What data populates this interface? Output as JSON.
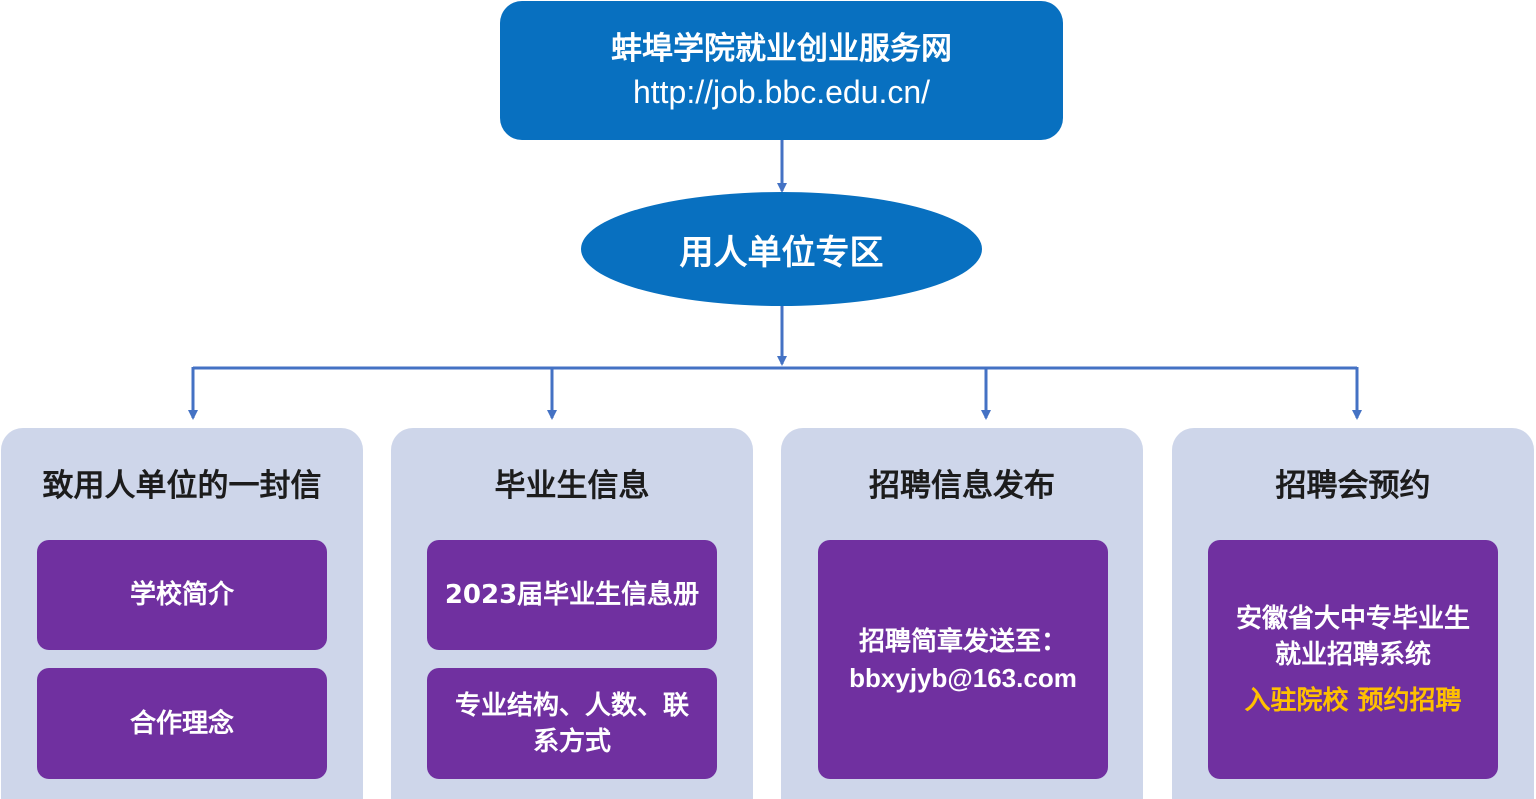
{
  "header": {
    "title": "蚌埠学院就业创业服务网",
    "url": "http://job.bbc.edu.cn/"
  },
  "hub": {
    "label": "用人单位专区"
  },
  "sections": [
    {
      "title": "致用人单位的一封信",
      "items": [
        "学校简介",
        "合作理念"
      ]
    },
    {
      "title": "毕业生信息",
      "items": [
        "2023届毕业生信息册",
        "专业结构、人数、联系方式"
      ]
    },
    {
      "title": "招聘信息发布",
      "items": [
        {
          "label": "招聘简章发送至：",
          "email": "bbxyjyb@163.com"
        }
      ]
    },
    {
      "title": "招聘会预约",
      "items": [
        {
          "label": "安徽省大中专毕业生就业招聘系统",
          "highlight": "入驻院校 预约招聘"
        }
      ]
    }
  ],
  "colors": {
    "primary_blue": "#0870c0",
    "connector": "#4472c4",
    "panel_bg": "#ced6ea",
    "item_purple": "#7030a0",
    "highlight_orange": "#ffc000"
  }
}
